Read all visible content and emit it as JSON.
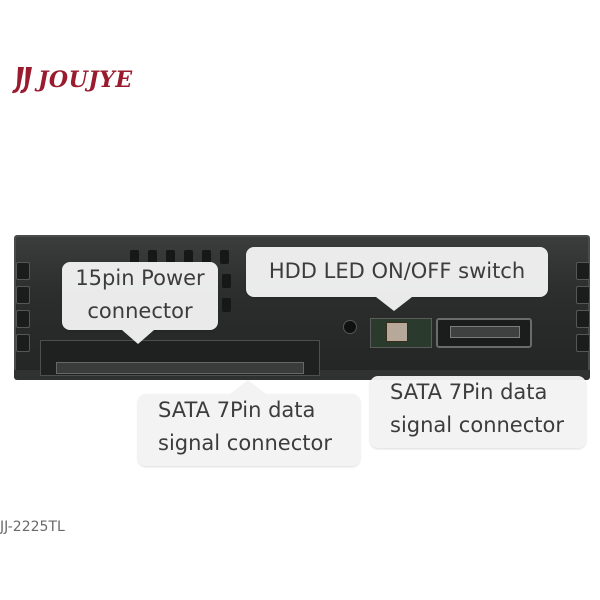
{
  "brand": {
    "logo_text": "JOUJYE",
    "accent_color": "#9a1b2e",
    "logo_icon": "jj-logo-mark-icon"
  },
  "labels": {
    "power_connector": {
      "line1": "15pin Power",
      "line2": "connector"
    },
    "hdd_led_switch": "HDD LED ON/OFF switch",
    "sata_left": {
      "line1": "SATA 7Pin data",
      "line2": "signal connector"
    },
    "sata_right": {
      "line1": "SATA 7Pin data",
      "line2": "signal connector"
    }
  },
  "model": "JJ-2225TL"
}
